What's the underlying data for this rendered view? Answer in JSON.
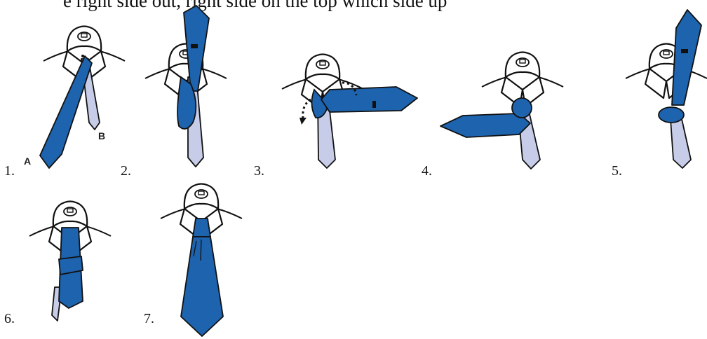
{
  "caption": "e right side out, right side on the top which side up",
  "steps": [
    {
      "number": "1."
    },
    {
      "number": "2."
    },
    {
      "number": "3."
    },
    {
      "number": "4."
    },
    {
      "number": "5."
    },
    {
      "number": "6."
    },
    {
      "number": "7."
    }
  ],
  "end_labels": {
    "a": "A",
    "b": "B"
  },
  "colors": {
    "tie_wide": "#1d63ad",
    "tie_narrow": "#c7cde8",
    "outline": "#111111",
    "background": "#ffffff"
  }
}
